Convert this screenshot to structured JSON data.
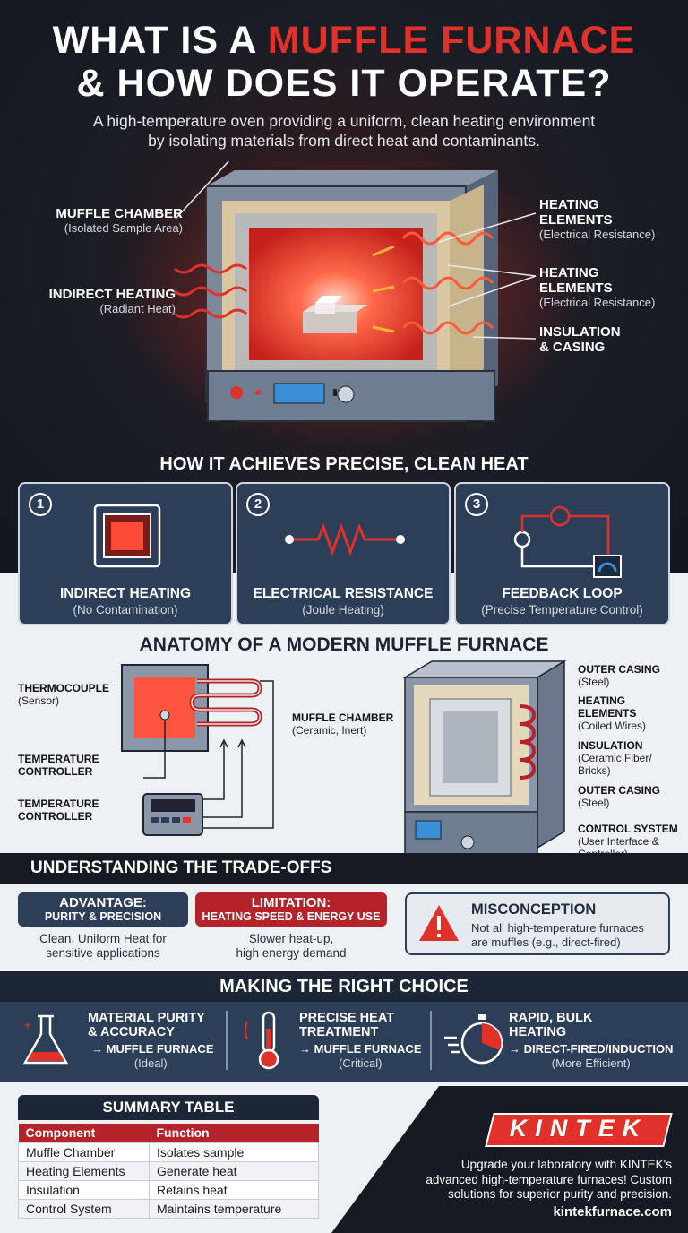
{
  "header": {
    "title_pre": "WHAT IS A ",
    "title_accent": "MUFFLE FURNACE",
    "title_line2": "& HOW DOES IT OPERATE?",
    "subtitle_l1": "A high-temperature oven providing a uniform, clean heating environment",
    "subtitle_l2": "by isolating materials from direct heat and contaminants."
  },
  "hero_labels": [
    {
      "title": "MUFFLE CHAMBER",
      "sub": "(Isolated Sample Area)"
    },
    {
      "title": "INDIRECT HEATING",
      "sub": "(Radiant Heat)"
    },
    {
      "title_l1": "HEATING",
      "title_l2": "ELEMENTS",
      "sub": "(Electrical Resistance)"
    },
    {
      "title_l1": "HEATING",
      "title_l2": "ELEMENTS",
      "sub": "(Electrical Resistance)"
    },
    {
      "title_l1": "INSULATION",
      "title_l2": "& CASING"
    }
  ],
  "principles": {
    "heading": "HOW IT ACHIEVES PRECISE, CLEAN HEAT",
    "cards": [
      {
        "num": "1",
        "title": "INDIRECT HEATING",
        "sub": "(No Contamination)",
        "icon": "chamber-icon"
      },
      {
        "num": "2",
        "title": "ELECTRICAL RESISTANCE",
        "sub": "(Joule Heating)",
        "icon": "resistor-icon"
      },
      {
        "num": "3",
        "title": "FEEDBACK LOOP",
        "sub": "(Precise Temperature Control)",
        "icon": "feedback-loop-icon"
      }
    ]
  },
  "anatomy": {
    "heading": "ANATOMY OF A MODERN MUFFLE FURNACE",
    "left": {
      "thermo": "THERMOCOUPLE",
      "thermo_sub": "(Sensor)",
      "tc1_l1": "TEMPERATURE",
      "tc1_l2": "CONTROLLER",
      "tc2_l1": "TEMPERATURE",
      "tc2_l2": "CONTROLLER"
    },
    "right": {
      "chamber": "MUFFLE CHAMBER",
      "chamber_sub": "(Ceramic, Inert)",
      "outer1": "OUTER CASING",
      "outer1_sub": "(Steel)",
      "heat_l1": "HEATING",
      "heat_l2": "ELEMENTS",
      "heat_sub": "(Coiled Wires)",
      "ins": "INSULATION",
      "ins_sub1": "(Ceramic Fiber/",
      "ins_sub2": "Bricks)",
      "outer2": "OUTER CASING",
      "outer2_sub": "(Steel)",
      "ctrl": "CONTROL SYSTEM",
      "ctrl_sub1": "(User Interface &",
      "ctrl_sub2": "Controller)"
    }
  },
  "tradeoffs": {
    "heading": "UNDERSTANDING THE TRADE-OFFS",
    "advantage": {
      "title": "ADVANTAGE:",
      "sub": "PURITY & PRECISION",
      "d1": "Clean, Uniform Heat for",
      "d2": "sensitive applications"
    },
    "limitation": {
      "title": "LIMITATION:",
      "sub": "HEATING SPEED & ENERGY USE",
      "d1": "Slower heat-up,",
      "d2": "high energy demand"
    },
    "misconception": {
      "title": "MISCONCEPTION",
      "d1": "Not all high-temperature furnaces",
      "d2": "are muffles (e.g., direct-fired)"
    }
  },
  "choice": {
    "heading": "MAKING THE RIGHT CHOICE",
    "items": [
      {
        "l1": "MATERIAL PURITY",
        "l2": "& ACCURACY",
        "rec": "→ MUFFLE FURNACE",
        "note": "(Ideal)",
        "icon": "flask-icon"
      },
      {
        "l1": "PRECISE HEAT",
        "l2": "TREATMENT",
        "rec": "→ MUFFLE FURNACE",
        "note": "(Critical)",
        "icon": "thermometer-icon"
      },
      {
        "l1": "RAPID, BULK",
        "l2": "HEATING",
        "rec": "→ DIRECT-FIRED/INDUCTION",
        "note": "(More Efficient)",
        "icon": "stopwatch-icon"
      }
    ]
  },
  "summary": {
    "heading": "SUMMARY TABLE",
    "headers": [
      "Component",
      "Function"
    ],
    "rows": [
      [
        "Muffle Chamber",
        "Isolates sample"
      ],
      [
        "Heating Elements",
        "Generate heat"
      ],
      [
        "Insulation",
        "Retains heat"
      ],
      [
        "Control System",
        "Maintains temperature"
      ]
    ]
  },
  "promo": {
    "brand": "KINTEK",
    "l1": "Upgrade your laboratory with KINTEK's",
    "l2": "advanced high-temperature furnaces! Custom",
    "l3": "solutions for superior purity and precision.",
    "url": "kintekfurnace.com"
  },
  "colors": {
    "accent": "#e0322b",
    "navy": "#2c3e58",
    "dark": "#161a22"
  }
}
